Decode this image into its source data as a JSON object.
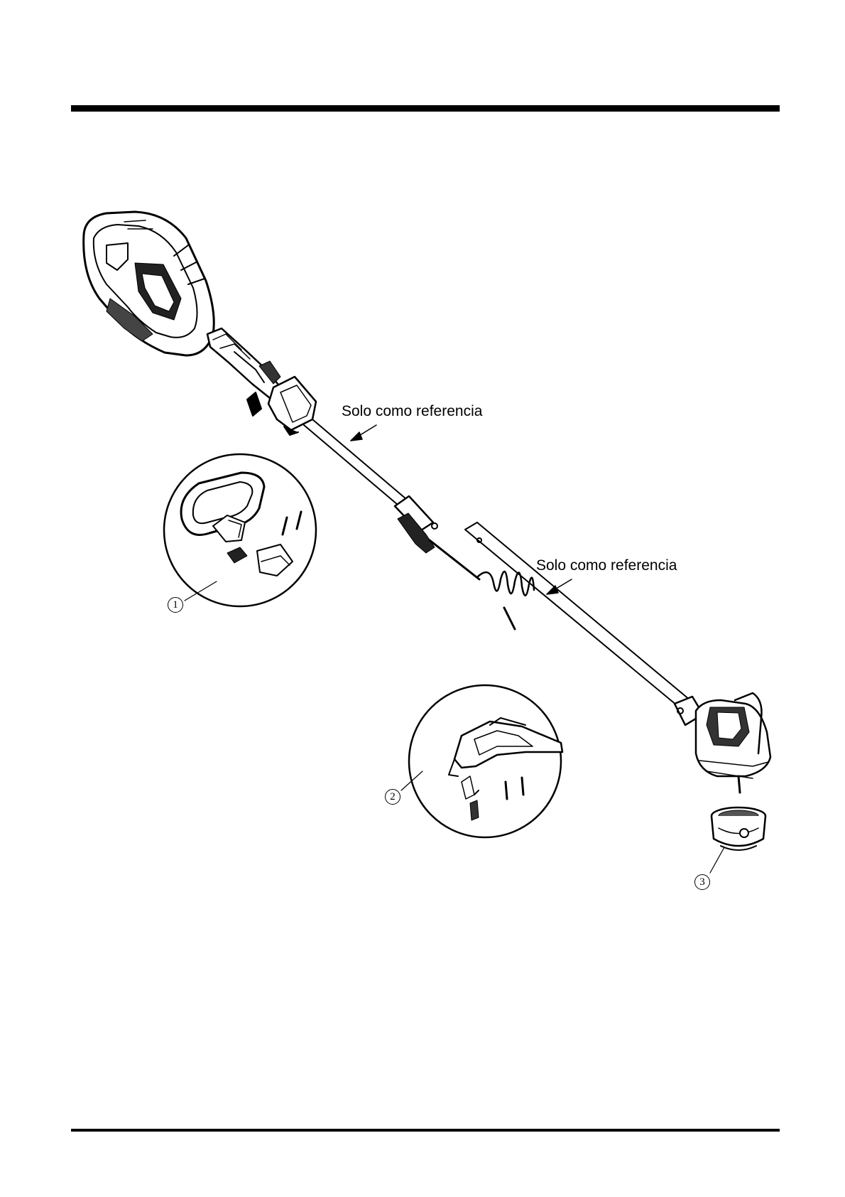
{
  "labels": {
    "reference_1": "Solo como referencia",
    "reference_2": "Solo como referencia"
  },
  "callouts": {
    "one": "1",
    "two": "2",
    "three": "3"
  },
  "icons": {
    "tool": "string-trimmer-illustration",
    "detail_1": "auxiliary-handle-detail",
    "detail_2": "guard-detail",
    "detail_3": "spool-head-icon"
  }
}
